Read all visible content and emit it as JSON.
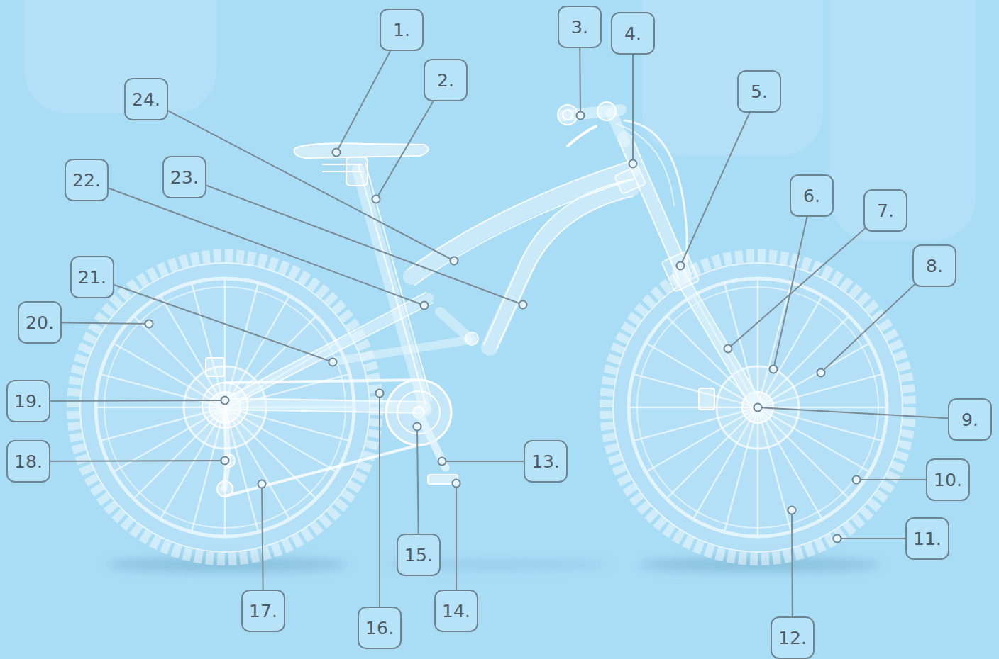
{
  "diagram": {
    "nodes": [
      {
        "text": [
          "1."
        ]
      },
      {
        "text": [
          "2."
        ]
      },
      {
        "text": [
          "3."
        ]
      },
      {
        "text": [
          "4."
        ]
      },
      {
        "text": [
          "5."
        ]
      },
      {
        "text": [
          "6."
        ]
      },
      {
        "text": [
          "7."
        ]
      },
      {
        "text": [
          "8."
        ]
      },
      {
        "text": [
          "9."
        ]
      },
      {
        "text": [
          "10."
        ]
      },
      {
        "text": [
          "11."
        ]
      },
      {
        "text": [
          "12."
        ]
      },
      {
        "text": [
          "13."
        ]
      },
      {
        "text": [
          "14."
        ]
      },
      {
        "text": [
          "15."
        ]
      },
      {
        "text": [
          "16."
        ]
      },
      {
        "text": [
          "17."
        ]
      },
      {
        "text": [
          "18."
        ]
      },
      {
        "text": [
          "19."
        ]
      },
      {
        "text": [
          "20."
        ]
      },
      {
        "text": [
          "21."
        ]
      },
      {
        "text": [
          "22."
        ]
      },
      {
        "text": [
          "23."
        ]
      },
      {
        "text": [
          "24."
        ]
      }
    ]
  }
}
